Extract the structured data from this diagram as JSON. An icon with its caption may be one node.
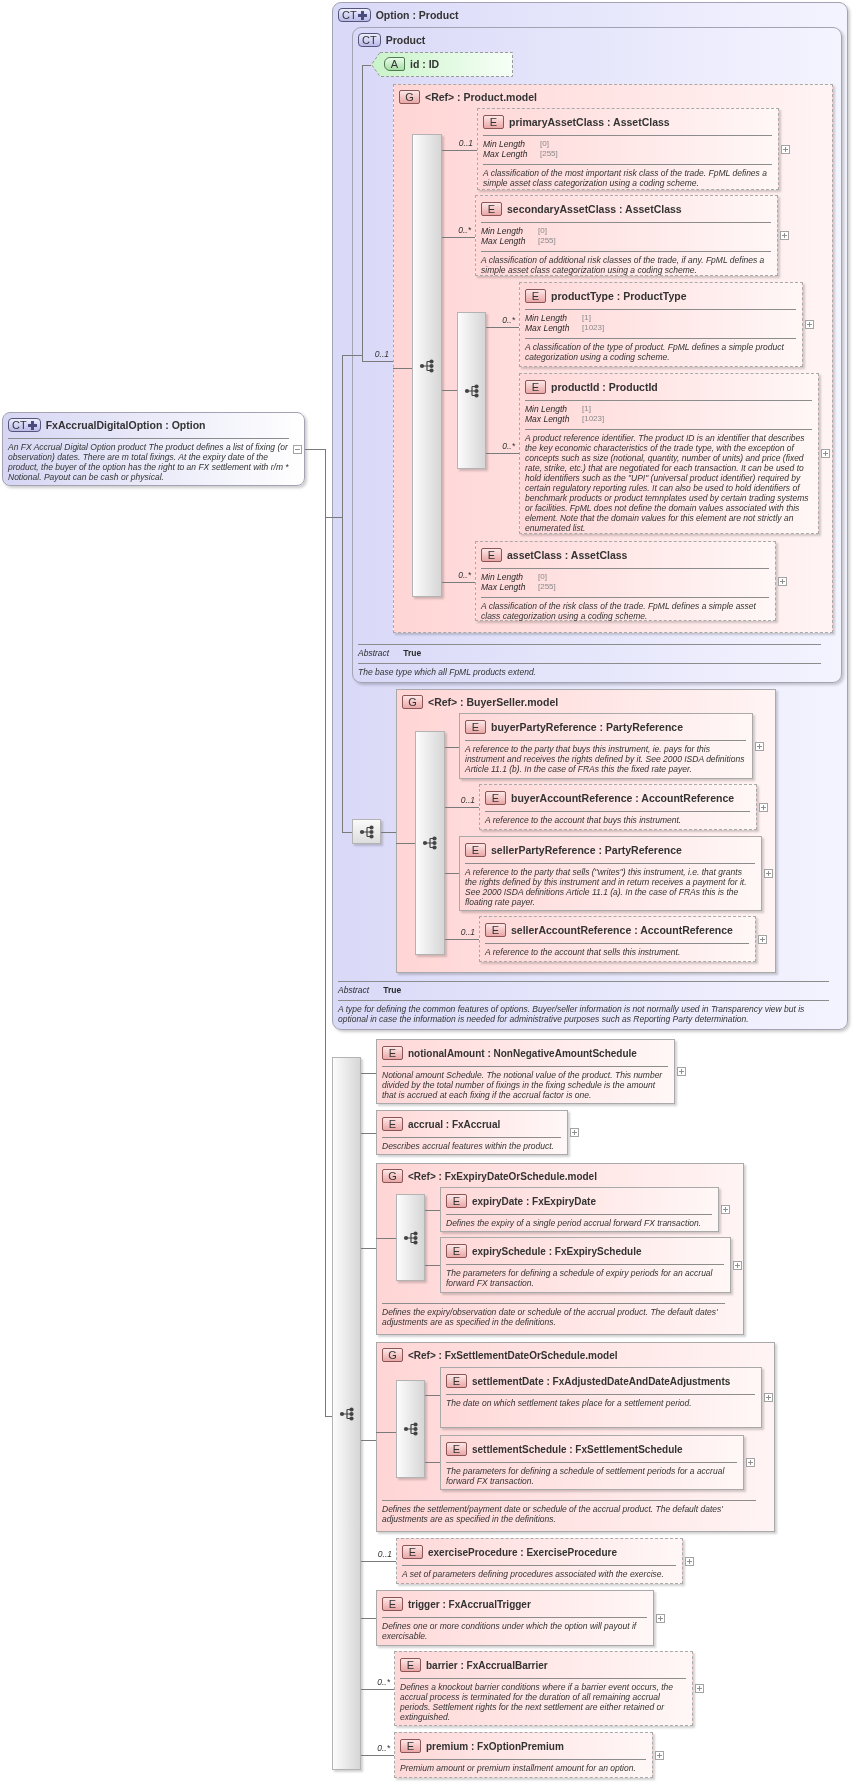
{
  "diagram": {
    "nodes": [
      {
        "text": [
          "CT",
          "FxAccrualDigitalOption : Option",
          "An FX Accrual Digital Option product The product defines a list of fixing (or observation) dates. There are m total fixings. At the expiry date of the product, the buyer of the option has the right to an FX settlement with r/m * Notional. Payout can be cash or physical."
        ]
      },
      {
        "text": [
          "CT",
          "Option : Product",
          "Abstract",
          "True",
          "A type for defining the common features of options. Buyer/seller information is not normally used in Transparency view but is optional in case the information is needed for administrative purposes such as Reporting Party determination."
        ]
      },
      {
        "text": [
          "CT",
          "Product",
          "Abstract",
          "True",
          "The base type which all FpML products extend."
        ],
        "in": 1
      },
      {
        "text": [
          "A",
          "id : ID"
        ],
        "in": 2
      },
      {
        "text": [
          "G",
          "<Ref> : Product.model"
        ],
        "in": 2
      },
      {
        "text": [],
        "shape": "bar",
        "in": 4
      },
      {
        "text": [
          "E",
          "primaryAssetClass : AssetClass",
          "Min Length",
          "[0]",
          "Max Length",
          "[255]",
          "A classification of the most important risk class of the trade. FpML defines a simple asset class categorization using a coding scheme."
        ],
        "in": 4
      },
      {
        "text": [
          "E",
          "secondaryAssetClass : AssetClass",
          "Min Length",
          "[0]",
          "Max Length",
          "[255]",
          "A classification of additional risk classes of the trade, if any. FpML defines a simple asset class categorization using a coding scheme."
        ],
        "in": 4
      },
      {
        "text": [],
        "shape": "bar",
        "in": 4
      },
      {
        "text": [
          "E",
          "productType : ProductType",
          "Min Length",
          "[1]",
          "Max Length",
          "[1023]",
          "A classification of the type of product. FpML defines a simple product categorization using a coding scheme."
        ],
        "in": 4
      },
      {
        "text": [
          "E",
          "productId : ProductId",
          "Min Length",
          "[1]",
          "Max Length",
          "[1023]",
          "A product reference identifier. The product ID is an identifier that describes the key economic characteristics of the trade type, with the exception of concepts such as size (notional, quantity, number of units) and price (fixed rate, strike, etc.) that are negotiated for each transaction. It can be used to hold identifiers such as the \"UPI\" (universal product identifier) required by certain regulatory reporting rules. It can also be used to hold identifiers of benchmark products or product temnplates used by certain trading systems or facilities. FpML does not define the domain values associated with this element. Note that the domain values for this element are not strictly an enumerated list."
        ],
        "in": 4
      },
      {
        "text": [
          "E",
          "assetClass : AssetClass",
          "Min Length",
          "[0]",
          "Max Length",
          "[255]",
          "A classification of the risk class of the trade. FpML defines a simple asset class categorization using a coding scheme."
        ],
        "in": 4
      },
      {
        "text": [],
        "shape": "box",
        "in": 1
      },
      {
        "text": [
          "G",
          "<Ref> : BuyerSeller.model"
        ],
        "in": 1
      },
      {
        "text": [],
        "shape": "bar",
        "in": 13
      },
      {
        "text": [
          "E",
          "buyerPartyReference : PartyReference",
          "A reference to the party that buys this instrument, ie. pays for this instrument and receives the rights defined by it. See 2000 ISDA definitions Article 11.1 (b). In the case of FRAs this the fixed rate payer."
        ],
        "in": 13
      },
      {
        "text": [
          "E",
          "buyerAccountReference : AccountReference",
          "A reference to the account that buys this instrument."
        ],
        "in": 13
      },
      {
        "text": [
          "E",
          "sellerPartyReference : PartyReference",
          "A reference to the party that sells (\"writes\") this instrument, i.e. that grants the rights defined by this instrument and in return receives a payment for it. See 2000 ISDA definitions Article 11.1 (a). In the case of FRAs this is the floating rate payer."
        ],
        "in": 13
      },
      {
        "text": [
          "E",
          "sellerAccountReference : AccountReference",
          "A reference to the account that sells this instrument."
        ],
        "in": 13
      },
      {
        "text": [],
        "shape": "bar"
      },
      {
        "text": [
          "E",
          "notionalAmount : NonNegativeAmountSchedule",
          "Notional amount Schedule. The notional value of the product. This number divided by the total number of fixings in the fixing schedule is the amount that is accrued at each fixing if the accrual factor is one."
        ]
      },
      {
        "text": [
          "E",
          "accrual : FxAccrual",
          "Describes accrual features within the product."
        ]
      },
      {
        "text": [
          "G",
          "<Ref> : FxExpiryDateOrSchedule.model",
          "Defines the expiry/observation date or schedule of the accrual product. The default dates' adjustments are as specified in the definitions."
        ]
      },
      {
        "text": [],
        "shape": "bar",
        "in": 22
      },
      {
        "text": [
          "E",
          "expiryDate : FxExpiryDate",
          "Defines the expiry of a single period accrual forward FX transaction."
        ],
        "in": 22
      },
      {
        "text": [
          "E",
          "expirySchedule : FxExpirySchedule",
          "The parameters for defining a schedule of expiry periods for an accrual forward FX transaction."
        ],
        "in": 22
      },
      {
        "text": [
          "G",
          "<Ref> : FxSettlementDateOrSchedule.model",
          "Defines the settlement/payment date or schedule of the accrual product. The default dates' adjustments are as specified in the definitions."
        ]
      },
      {
        "text": [],
        "shape": "bar",
        "in": 26
      },
      {
        "text": [
          "E",
          "settlementDate : FxAdjustedDateAndDateAdjustments",
          "The date on which settlement takes place for a settlement period."
        ],
        "in": 26
      },
      {
        "text": [
          "E",
          "settlementSchedule : FxSettlementSchedule",
          "The parameters for defining a schedule of settlement periods for a accrual forward FX transaction."
        ],
        "in": 26
      },
      {
        "text": [
          "E",
          "exerciseProcedure : ExerciseProcedure",
          "A set of parameters defining procedures associated with the exercise."
        ]
      },
      {
        "text": [
          "E",
          "trigger : FxAccrualTrigger",
          "Defines one or more conditions under which the option will payout if exercisable."
        ]
      },
      {
        "text": [
          "E",
          "barrier : FxAccrualBarrier",
          "Defines a knockout barrier conditions where if a barrier event occurs, the accrual process is terminated for the duration of all remaining accrual periods. Settlement rights for the next settlement are either retained or extinguished."
        ]
      },
      {
        "text": [
          "E",
          "premium : FxOptionPremium",
          "Premium amount or premium installment amount for an option."
        ]
      }
    ],
    "edges": [
      {
        "from": 0,
        "to": 3,
        "arrow": "none"
      },
      {
        "from": 0,
        "to": 4,
        "arrow": "none",
        "label": "0..1"
      },
      {
        "from": 4,
        "to": 5,
        "arrow": "none"
      },
      {
        "from": 5,
        "to": 6,
        "arrow": "none",
        "label": "0..1"
      },
      {
        "from": 5,
        "to": 7,
        "arrow": "none",
        "label": "0..*"
      },
      {
        "from": 5,
        "to": 8,
        "arrow": "none"
      },
      {
        "from": 8,
        "to": 9,
        "arrow": "none",
        "label": "0..*"
      },
      {
        "from": 8,
        "to": 10,
        "arrow": "none",
        "label": "0..*"
      },
      {
        "from": 5,
        "to": 11,
        "arrow": "none",
        "label": "0..*"
      },
      {
        "from": 0,
        "to": 12,
        "arrow": "none"
      },
      {
        "from": 12,
        "to": 13,
        "arrow": "none"
      },
      {
        "from": 13,
        "to": 14,
        "arrow": "none"
      },
      {
        "from": 14,
        "to": 15,
        "arrow": "none"
      },
      {
        "from": 14,
        "to": 16,
        "arrow": "none",
        "label": "0..1"
      },
      {
        "from": 14,
        "to": 17,
        "arrow": "none"
      },
      {
        "from": 14,
        "to": 18,
        "arrow": "none",
        "label": "0..1"
      },
      {
        "from": 0,
        "to": 19,
        "arrow": "none"
      },
      {
        "from": 19,
        "to": 20,
        "arrow": "none"
      },
      {
        "from": 19,
        "to": 21,
        "arrow": "none"
      },
      {
        "from": 19,
        "to": 22,
        "arrow": "none"
      },
      {
        "from": 22,
        "to": 23,
        "arrow": "none"
      },
      {
        "from": 23,
        "to": 24,
        "arrow": "none"
      },
      {
        "from": 23,
        "to": 25,
        "arrow": "none"
      },
      {
        "from": 19,
        "to": 26,
        "arrow": "none"
      },
      {
        "from": 26,
        "to": 27,
        "arrow": "none"
      },
      {
        "from": 27,
        "to": 28,
        "arrow": "none"
      },
      {
        "from": 27,
        "to": 29,
        "arrow": "none"
      },
      {
        "from": 19,
        "to": 30,
        "arrow": "none",
        "label": "0..1"
      },
      {
        "from": 19,
        "to": 31,
        "arrow": "none"
      },
      {
        "from": 19,
        "to": 32,
        "arrow": "none",
        "label": "0..*"
      },
      {
        "from": 19,
        "to": 33,
        "arrow": "none",
        "label": "0..*"
      }
    ]
  }
}
